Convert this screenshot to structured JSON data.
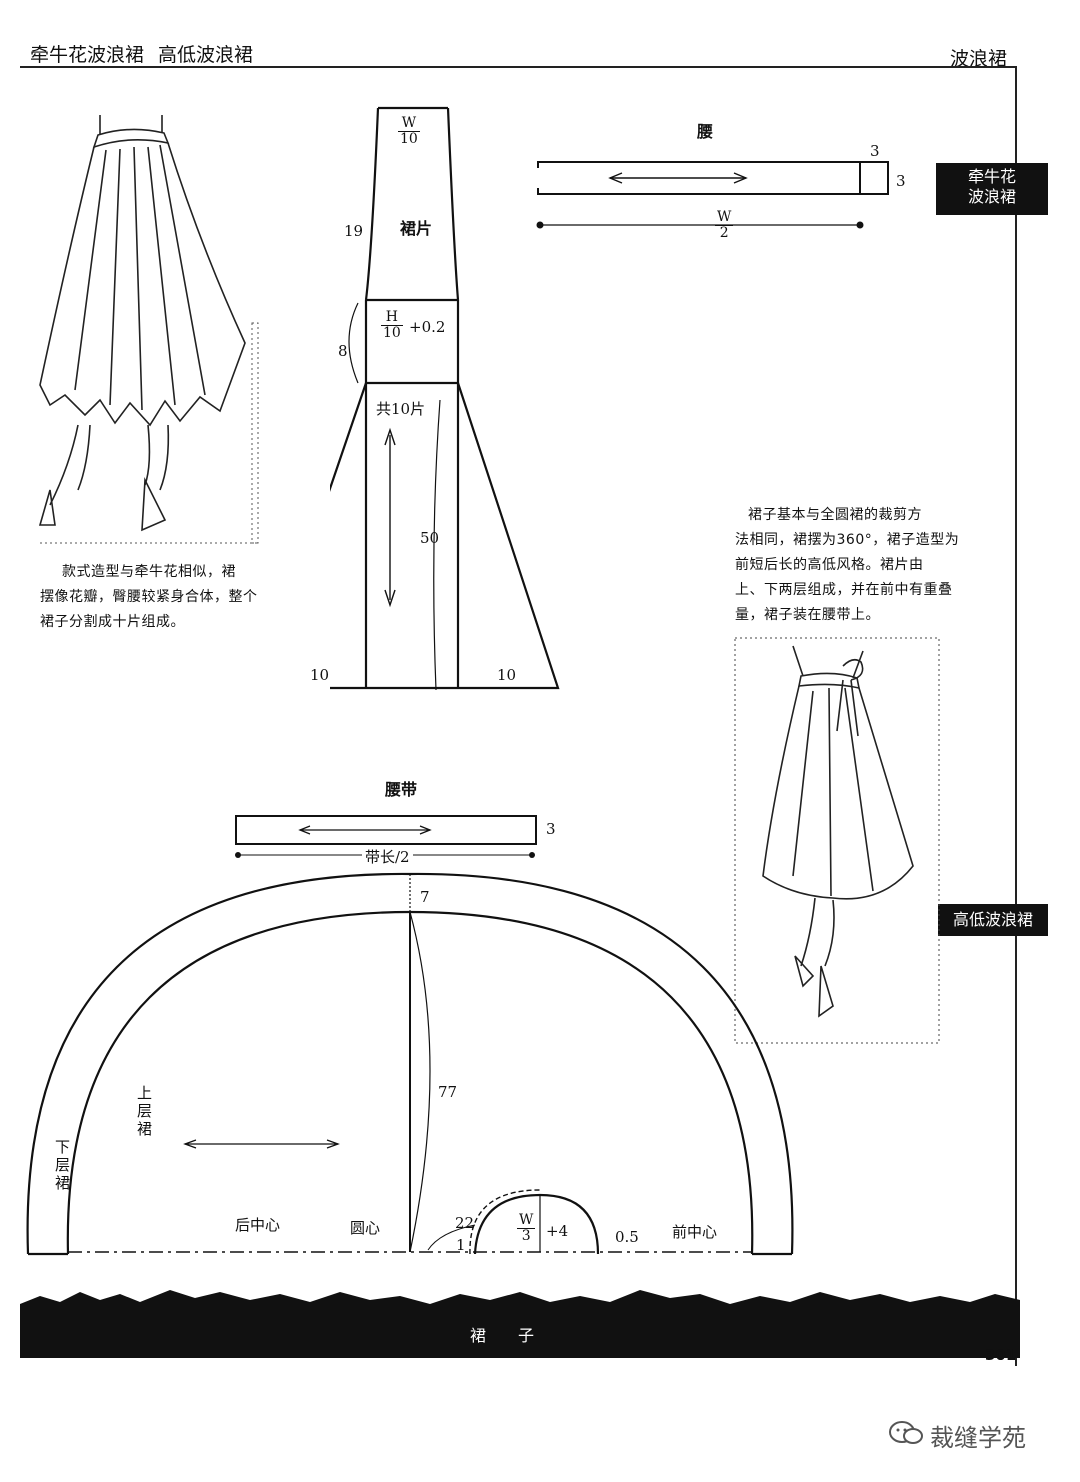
{
  "header": {
    "left_title_1": "牵牛花波浪裙",
    "left_title_2": "高低波浪裙",
    "right_title": "波浪裙"
  },
  "tabs": {
    "tab1_line1": "牵牛花",
    "tab1_line2": "波浪裙",
    "tab2": "高低波浪裙"
  },
  "panel_pattern": {
    "label": "裙片",
    "top_num": "W",
    "top_den": "10",
    "mid_num": "H",
    "mid_den": "10",
    "mid_add": "+0.2",
    "len_19": "19",
    "len_8": "8",
    "count": "共10片",
    "len_50": "50",
    "hem_left": "10",
    "hem_right": "10"
  },
  "waist_piece": {
    "label": "腰",
    "ext": "3",
    "height": "3",
    "width_num": "W",
    "width_den": "2"
  },
  "desc1": {
    "line1": "款式造型与牵牛花相似，裙",
    "line2": "摆像花瓣，臀腰较紧身合体，整个",
    "line3": "裙子分割成十片组成。"
  },
  "desc2": {
    "line1": "裙子基本与全圆裙的裁剪方",
    "line2": "法相同，裙摆为360°，裙子造型为",
    "line3": "前短后长的高低风格。裙片由",
    "line4": "上、下两层组成，并在前中有重叠",
    "line5": "量，裙子装在腰带上。"
  },
  "waistband": {
    "label": "腰带",
    "height": "3",
    "length": "带长/2"
  },
  "circle_pattern": {
    "len_7": "7",
    "len_77": "77",
    "upper_layer": "上层裙",
    "lower_layer": "下层裙",
    "back_center": "后中心",
    "circle_center": "圆心",
    "front_center": "前中心",
    "num_22": "22",
    "num_1": "1",
    "w_num": "W",
    "w_den": "3",
    "w_add": "+4",
    "num_05": "0.5"
  },
  "footer": {
    "band_text": "裙　　子",
    "page_number": "301",
    "watermark": "裁缝学苑"
  }
}
